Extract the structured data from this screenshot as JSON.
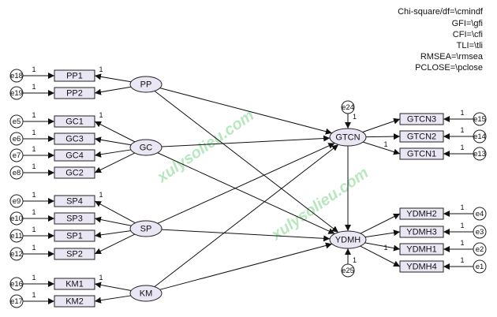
{
  "fit_indices": [
    "Chi-square/df=\\cmindf",
    "GFI=\\gfi",
    "CFI=\\cfi",
    "TLI=\\tli",
    "RMSEA=\\rmsea",
    "PCLOSE=\\pclose"
  ],
  "watermark": "xulysolieu.com",
  "weight_label": "1",
  "latents": [
    {
      "id": "PP",
      "label": "PP"
    },
    {
      "id": "GC",
      "label": "GC"
    },
    {
      "id": "SP",
      "label": "SP"
    },
    {
      "id": "KM",
      "label": "KM"
    },
    {
      "id": "GTCN",
      "label": "GTCN"
    },
    {
      "id": "YDMH",
      "label": "YDMH"
    }
  ],
  "indicators": [
    {
      "id": "PP1",
      "label": "PP1",
      "error": "e18",
      "latent": "PP"
    },
    {
      "id": "PP2",
      "label": "PP2",
      "error": "e19",
      "latent": "PP"
    },
    {
      "id": "GC1",
      "label": "GC1",
      "error": "e5",
      "latent": "GC"
    },
    {
      "id": "GC3",
      "label": "GC3",
      "error": "e6",
      "latent": "GC"
    },
    {
      "id": "GC4",
      "label": "GC4",
      "error": "e7",
      "latent": "GC"
    },
    {
      "id": "GC2",
      "label": "GC2",
      "error": "e8",
      "latent": "GC"
    },
    {
      "id": "SP4",
      "label": "SP4",
      "error": "e9",
      "latent": "SP"
    },
    {
      "id": "SP3",
      "label": "SP3",
      "error": "e10",
      "latent": "SP"
    },
    {
      "id": "SP1",
      "label": "SP1",
      "error": "e11",
      "latent": "SP"
    },
    {
      "id": "SP2",
      "label": "SP2",
      "error": "e12",
      "latent": "SP"
    },
    {
      "id": "KM1",
      "label": "KM1",
      "error": "e16",
      "latent": "KM"
    },
    {
      "id": "KM2",
      "label": "KM2",
      "error": "e17",
      "latent": "KM"
    },
    {
      "id": "GTCN3",
      "label": "GTCN3",
      "error": "e15",
      "latent": "GTCN"
    },
    {
      "id": "GTCN2",
      "label": "GTCN2",
      "error": "e14",
      "latent": "GTCN"
    },
    {
      "id": "GTCN1",
      "label": "GTCN1",
      "error": "e13",
      "latent": "GTCN"
    },
    {
      "id": "YDMH2",
      "label": "YDMH2",
      "error": "e4",
      "latent": "YDMH"
    },
    {
      "id": "YDMH3",
      "label": "YDMH3",
      "error": "e3",
      "latent": "YDMH"
    },
    {
      "id": "YDMH1",
      "label": "YDMH1",
      "error": "e2",
      "latent": "YDMH"
    },
    {
      "id": "YDMH4",
      "label": "YDMH4",
      "error": "e1",
      "latent": "YDMH"
    }
  ],
  "disturbances": [
    {
      "id": "e24",
      "label": "e24",
      "latent": "GTCN"
    },
    {
      "id": "e25",
      "label": "e25",
      "latent": "YDMH"
    }
  ],
  "structural_paths": [
    {
      "from": "PP",
      "to": "GTCN"
    },
    {
      "from": "PP",
      "to": "YDMH"
    },
    {
      "from": "GC",
      "to": "GTCN"
    },
    {
      "from": "GC",
      "to": "YDMH"
    },
    {
      "from": "SP",
      "to": "GTCN"
    },
    {
      "from": "SP",
      "to": "YDMH"
    },
    {
      "from": "KM",
      "to": "GTCN"
    },
    {
      "from": "KM",
      "to": "YDMH"
    },
    {
      "from": "GTCN",
      "to": "YDMH"
    }
  ]
}
